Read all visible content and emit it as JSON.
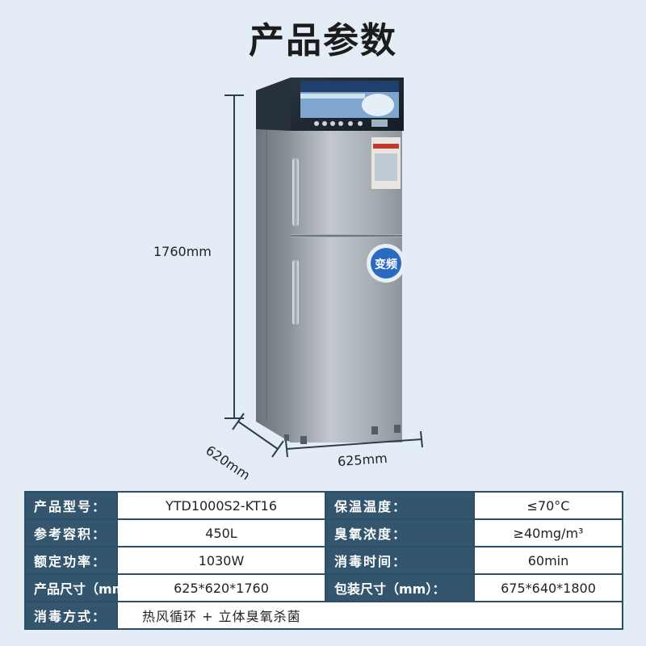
{
  "title": "产品参数",
  "dimensions": {
    "height": "1760mm",
    "depth": "620mm",
    "width": "625mm"
  },
  "product_image": {
    "badge_label": "变频",
    "colors": {
      "body": "#a9b0b7",
      "top_panel": "#1e2a36",
      "badge": "#2a6bc0"
    }
  },
  "specs": {
    "rows": [
      {
        "l1": "产品型号：",
        "v1": "YTD1000S2-KT16",
        "l2": "保温温度：",
        "v2": "≤70°C"
      },
      {
        "l1": "参考容积：",
        "v1": "450L",
        "l2": "臭氧浓度：",
        "v2": "≥40mg/m³"
      },
      {
        "l1": "额定功率：",
        "v1": "1030W",
        "l2": "消毒时间：",
        "v2": "60min"
      },
      {
        "l1": "产品尺寸（mm）：",
        "v1": "625*620*1760",
        "l2": "包装尺寸（mm）：",
        "v2": "675*640*1800"
      }
    ],
    "last": {
      "l": "消毒方式：",
      "v": "热风循环 + 立体臭氧杀菌"
    }
  }
}
